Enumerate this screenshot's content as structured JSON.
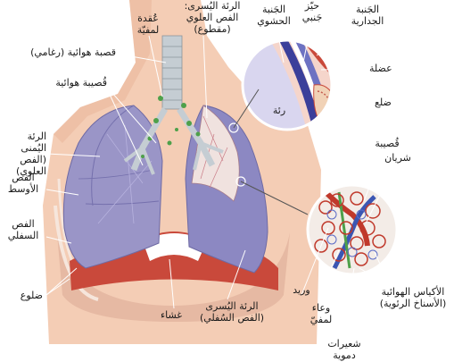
{
  "labels": {
    "left_lung_upper": "الرئة اليُسرى:\nالفص العلوي\n(مقطوع)",
    "lymph_node": "عُقدة\nلمفيّة",
    "visceral_pleura": "الجَنبة\nالحشوي",
    "pleural_space": "حيّز\nجَنبي",
    "parietal_pleura": "الجَنبة\nالجدارية",
    "trachea": "قصبة هوائية (رغامي)",
    "bronchus": "قُصيبة هوائية",
    "muscle": "عضلة",
    "lung_inset": "رئة",
    "rib_inset": "ضلع",
    "right_lung_upper": "الرئة اليُمنى\n(الفص العلوي)",
    "bronchiole": "قُصيبة",
    "artery": "شريان",
    "middle_lobe": "الفص\nالأوسط",
    "lower_lobe": "الفص\nالسفلي",
    "ribs": "ضلوع",
    "diaphragm": "غشاء",
    "left_lung_lower": "الرئة اليُسرى\n(الفص السُفلي)",
    "vein": "وريد",
    "lymph_vessel": "وعاء\nلمفيّ",
    "alveoli": "الأكياس الهوائية\n(الأسناخ الرئوية)",
    "capillaries": "شعيرات\nدموية"
  }
}
